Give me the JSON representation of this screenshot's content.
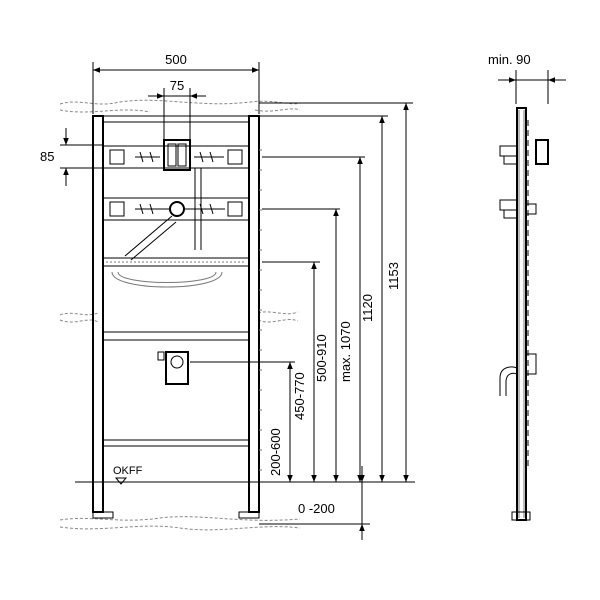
{
  "dimensions": {
    "width_total": "500",
    "width_inner": "75",
    "height_85": "85",
    "height_200_600": "200-600",
    "height_450_770": "450-770",
    "height_500_910": "500-910",
    "height_max_1070": "max. 1070",
    "height_1120": "1120",
    "height_1153": "1153",
    "floor_0_200": "0 -200",
    "depth_min_90": "min. 90"
  },
  "labels": {
    "okff": "OKFF"
  }
}
